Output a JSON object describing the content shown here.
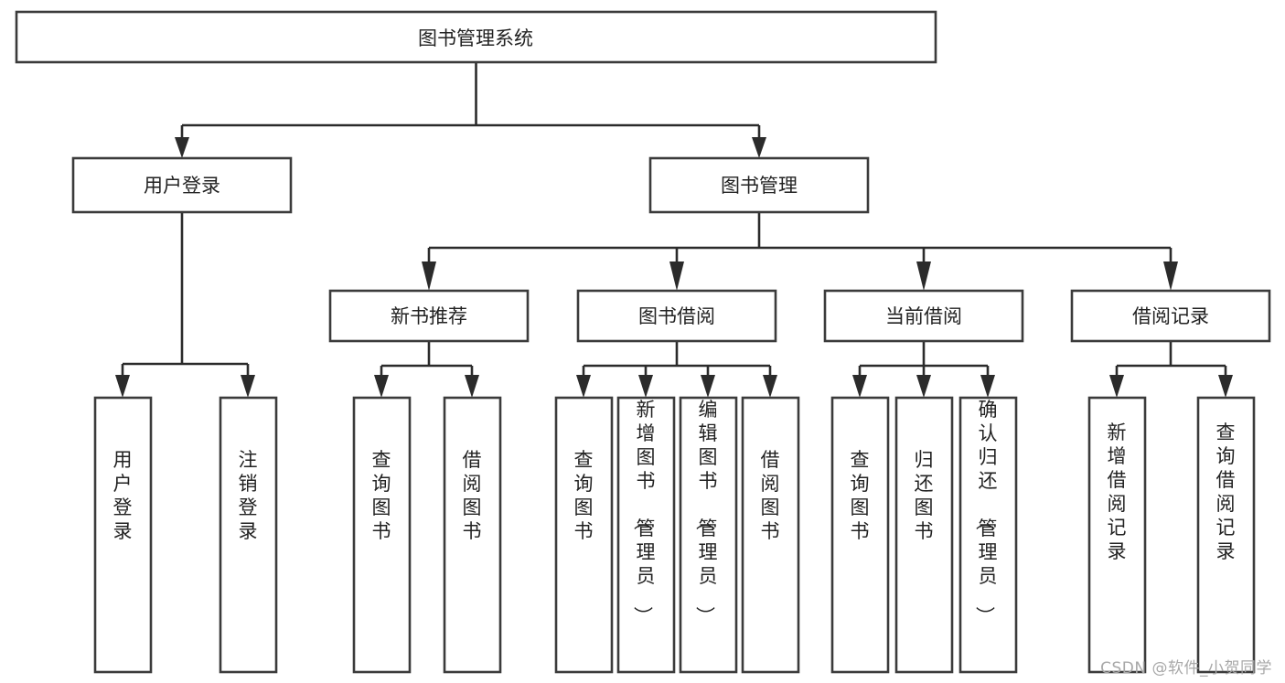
{
  "diagram": {
    "type": "tree",
    "title": "图书管理系统",
    "watermark": "CSDN @软件_小贺同学",
    "nodes": {
      "root": {
        "label": "图书管理系统"
      },
      "level2": [
        {
          "id": "user-login",
          "label": "用户登录"
        },
        {
          "id": "book-manage",
          "label": "图书管理"
        }
      ],
      "level3": [
        {
          "id": "new-book-recommend",
          "label": "新书推荐"
        },
        {
          "id": "book-borrow",
          "label": "图书借阅"
        },
        {
          "id": "current-borrow",
          "label": "当前借阅"
        },
        {
          "id": "borrow-record",
          "label": "借阅记录"
        }
      ],
      "leaves": {
        "user-login": [
          {
            "id": "leaf-user-login",
            "label": "用户登录"
          },
          {
            "id": "leaf-logout-login",
            "label": "注销登录"
          }
        ],
        "new-book-recommend": [
          {
            "id": "leaf-query-book-1",
            "label": "查询图书"
          },
          {
            "id": "leaf-borrow-book-1",
            "label": "借阅图书"
          }
        ],
        "book-borrow": [
          {
            "id": "leaf-query-book-2",
            "label": "查询图书"
          },
          {
            "id": "leaf-add-book",
            "label": "新增图书（管理员）"
          },
          {
            "id": "leaf-edit-book",
            "label": "编辑图书（管理员）"
          },
          {
            "id": "leaf-borrow-book-2",
            "label": "借阅图书"
          }
        ],
        "current-borrow": [
          {
            "id": "leaf-query-book-3",
            "label": "查询图书"
          },
          {
            "id": "leaf-return-book",
            "label": "归还图书"
          },
          {
            "id": "leaf-confirm-return",
            "label": "确认归还（管理员）"
          }
        ],
        "borrow-record": [
          {
            "id": "leaf-add-record",
            "label": "新增借阅记录"
          },
          {
            "id": "leaf-query-record",
            "label": "查询借阅记录"
          }
        ]
      }
    },
    "colors": {
      "box_stroke": "#3b3b3b",
      "line": "#2b2b2b",
      "text": "#222222",
      "background": "#ffffff",
      "watermark": "#a8a8a8"
    }
  }
}
